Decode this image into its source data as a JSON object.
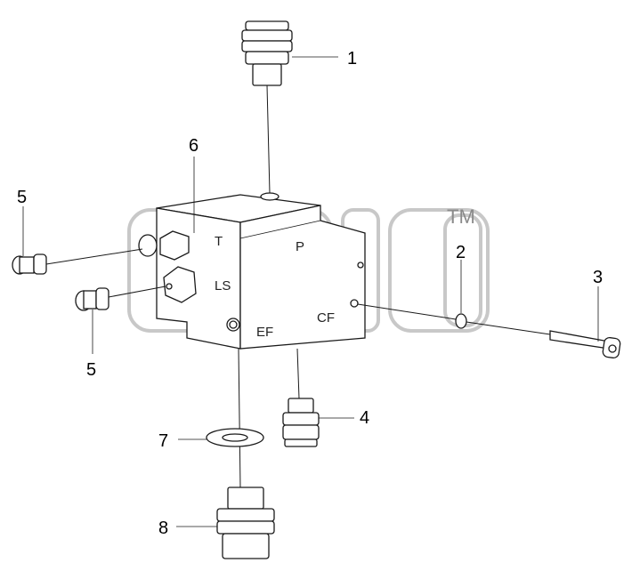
{
  "diagram": {
    "callouts": [
      "1",
      "2",
      "3",
      "4",
      "5",
      "5",
      "6",
      "7",
      "8"
    ],
    "port_labels": [
      "T",
      "P",
      "LS",
      "EF",
      "CF"
    ],
    "watermark": {
      "trademark": "TM"
    }
  }
}
